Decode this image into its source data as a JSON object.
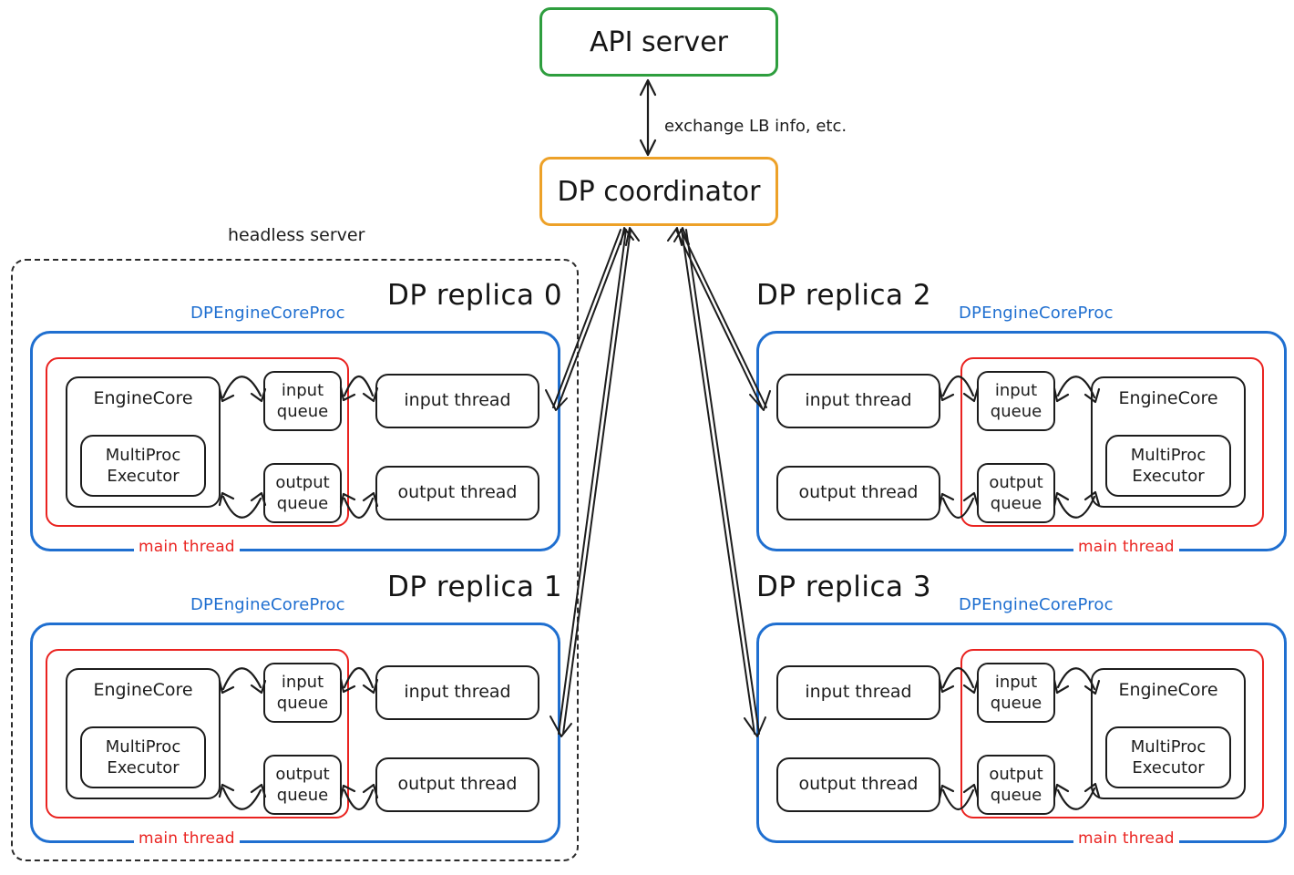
{
  "diagram": {
    "title_nodes": {
      "api_server": "API server",
      "dp_coordinator": "DP coordinator"
    },
    "edge_labels": {
      "api_to_coordinator": "exchange LB info, etc."
    },
    "group_labels": {
      "headless_server": "headless server"
    },
    "colors": {
      "api_server_border": "#2e9e3e",
      "dp_coordinator_border": "#eda128",
      "process_border": "#1f6fd0",
      "thread_border": "#ea2320",
      "node_border": "#1c1c1c",
      "dashed_border": "#2b2b2b"
    },
    "common_labels": {
      "process": "DPEngineCoreProc",
      "main_thread": "main thread",
      "engine_core": "EngineCore",
      "multiproc_executor_l1": "MultiProc",
      "multiproc_executor_l2": "Executor",
      "input_queue_l1": "input",
      "input_queue_l2": "queue",
      "output_queue_l1": "output",
      "output_queue_l2": "queue",
      "input_thread": "input thread",
      "output_thread": "output thread"
    },
    "replicas": [
      {
        "id": 0,
        "title": "DP replica 0",
        "orientation": "core-left",
        "in_headless": true
      },
      {
        "id": 1,
        "title": "DP replica 1",
        "orientation": "core-left",
        "in_headless": true
      },
      {
        "id": 2,
        "title": "DP replica 2",
        "orientation": "core-right",
        "in_headless": false
      },
      {
        "id": 3,
        "title": "DP replica 3",
        "orientation": "core-right",
        "in_headless": false
      }
    ]
  }
}
